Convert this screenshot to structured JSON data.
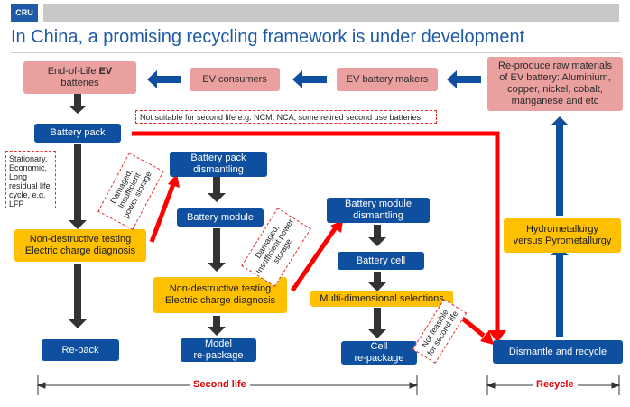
{
  "header": {
    "logo_text": "CRU",
    "title": "In China, a promising recycling framework is under development"
  },
  "boxes": {
    "eol_prefix": "End-of-Life",
    "eol_bold": "EV",
    "eol_suffix": "batteries",
    "consumers": "EV consumers",
    "makers": "EV battery makers",
    "reproduce": "Re-produce raw materials of EV battery: Aluminium, copper, nickel, cobalt, manganese and etc",
    "battery_pack": "Battery pack",
    "pack_dismantling": "Battery pack dismantling",
    "battery_module": "Battery module",
    "module_dismantling": "Battery module dismantling",
    "battery_cell": "Battery cell",
    "ndt_line1": "Non-destructive testing",
    "ndt_line2": "Electric charge diagnosis",
    "multi": "Multi-dimensional selections",
    "repack": "Re-pack",
    "model_line1": "Model",
    "model_line2": "re-package",
    "cell_line1": "Cell",
    "cell_line2": "re-package",
    "dismantle_recycle": "Dismantle and recycle",
    "hydro_line1": "Hydrometallurgy",
    "hydro_line2": "versus Pyrometallurgy"
  },
  "notes": {
    "not_suitable": "Not suitable for second life e.g. NCM, NCA, some retired second use batteries",
    "stationary": "Stationary, Economic, Long residual life cycle, e.g. LFP",
    "damaged": "Damaged, Insufficient power storage",
    "not_feasible": "Not feasible for second life"
  },
  "footer": {
    "second_life": "Second life",
    "recycle": "Recycle"
  },
  "colors": {
    "blue": "#0f4fa0",
    "pink": "#eba0a0",
    "yellow": "#ffc000",
    "red_arrow": "#ff0000",
    "dark_arrow": "#333333"
  }
}
